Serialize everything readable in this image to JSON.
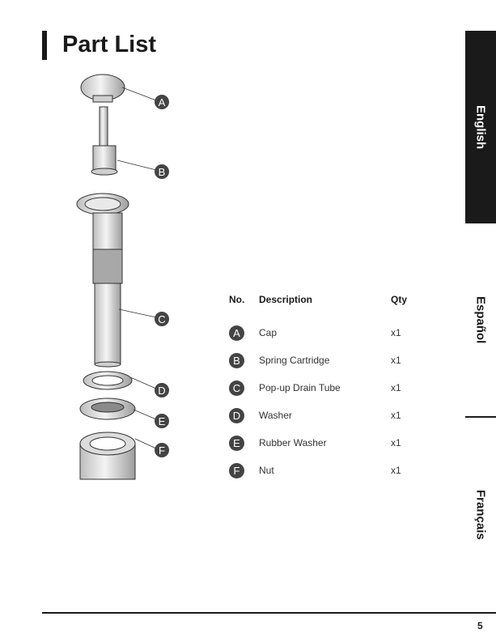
{
  "page": {
    "title": "Part List",
    "number": "5"
  },
  "tabs": [
    {
      "label": "English",
      "active": true
    },
    {
      "label": "Español"
    },
    {
      "label": "Français"
    }
  ],
  "table": {
    "headers": {
      "no": "No.",
      "description": "Description",
      "qty": "Qty"
    },
    "rows": [
      {
        "letter": "A",
        "description": "Cap",
        "qty": "x1"
      },
      {
        "letter": "B",
        "description": "Spring Cartridge",
        "qty": "x1"
      },
      {
        "letter": "C",
        "description": "Pop-up Drain Tube",
        "qty": "x1"
      },
      {
        "letter": "D",
        "description": "Washer",
        "qty": "x1"
      },
      {
        "letter": "E",
        "description": "Rubber Washer",
        "qty": "x1"
      },
      {
        "letter": "F",
        "description": "Nut",
        "qty": "x1"
      }
    ]
  },
  "colors": {
    "ink": "#1a1a1a",
    "badge": "#444444"
  }
}
